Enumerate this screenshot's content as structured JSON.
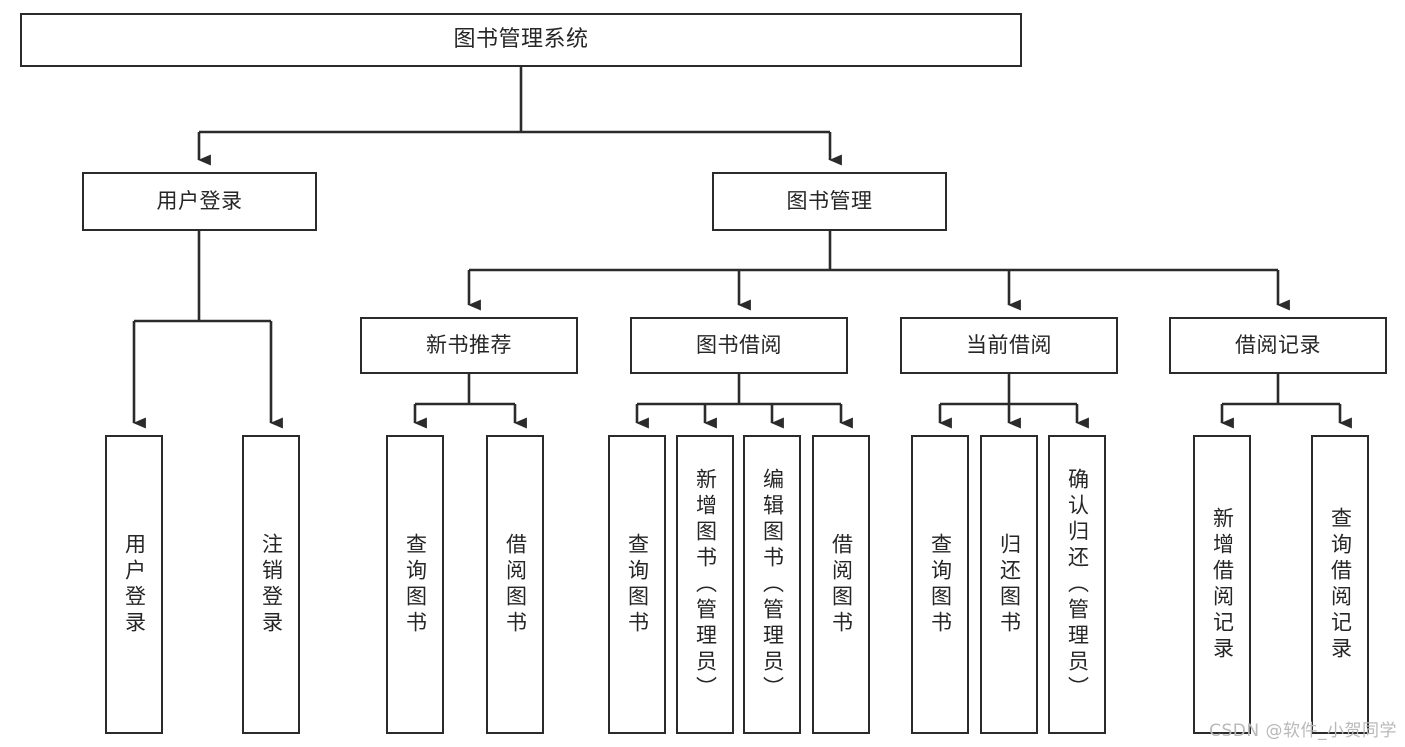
{
  "diagram": {
    "type": "tree",
    "title": "图书管理系统",
    "watermark": "CSDN @软件_小贺同学",
    "colors": {
      "box_border": "#2b2b2b",
      "box_fill": "#ffffff",
      "connector": "#2b2b2b",
      "text": "#262626",
      "watermark": "#b9b9b9"
    },
    "nodes": {
      "root": {
        "label": "图书管理系统"
      },
      "level2": [
        {
          "id": "user-login",
          "label": "用户登录"
        },
        {
          "id": "book-manage",
          "label": "图书管理"
        }
      ],
      "level3": [
        {
          "id": "new-book-recommend",
          "label": "新书推荐"
        },
        {
          "id": "book-borrow",
          "label": "图书借阅"
        },
        {
          "id": "current-borrow",
          "label": "当前借阅"
        },
        {
          "id": "borrow-record",
          "label": "借阅记录"
        }
      ],
      "leaves": [
        {
          "id": "leaf-user-login",
          "label": "用户登录",
          "parent": "user-login"
        },
        {
          "id": "leaf-logout",
          "label": "注销登录",
          "parent": "user-login"
        },
        {
          "id": "leaf-query-book-1",
          "label": "查询图书",
          "parent": "new-book-recommend"
        },
        {
          "id": "leaf-borrow-book-1",
          "label": "借阅图书",
          "parent": "new-book-recommend"
        },
        {
          "id": "leaf-query-book-2",
          "label": "查询图书",
          "parent": "book-borrow"
        },
        {
          "id": "leaf-add-book",
          "label": "新增图书（管理员）",
          "parent": "book-borrow"
        },
        {
          "id": "leaf-edit-book",
          "label": "编辑图书（管理员）",
          "parent": "book-borrow"
        },
        {
          "id": "leaf-borrow-book-2",
          "label": "借阅图书",
          "parent": "book-borrow"
        },
        {
          "id": "leaf-query-book-3",
          "label": "查询图书",
          "parent": "current-borrow"
        },
        {
          "id": "leaf-return-book",
          "label": "归还图书",
          "parent": "current-borrow"
        },
        {
          "id": "leaf-confirm-return",
          "label": "确认归还（管理员）",
          "parent": "current-borrow"
        },
        {
          "id": "leaf-add-record",
          "label": "新增借阅记录",
          "parent": "borrow-record"
        },
        {
          "id": "leaf-query-record",
          "label": "查询借阅记录",
          "parent": "borrow-record"
        }
      ]
    }
  }
}
